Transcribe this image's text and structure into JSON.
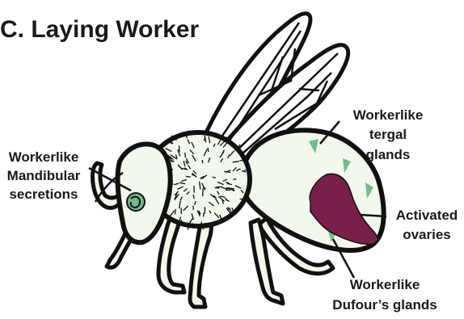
{
  "title": "C. Laying Worker",
  "labels": {
    "mandibular": [
      "Workerlike",
      "Mandibular",
      "secretions"
    ],
    "tergal": [
      "Workerlike",
      "tergal",
      "glands"
    ],
    "ovaries": [
      "Activated",
      "ovaries"
    ],
    "dufour": [
      "Workerlike",
      "Dufour’s glands"
    ]
  },
  "colors": {
    "ovary": "#7a1f4a",
    "gland": "#6cbf8b",
    "body": "#f3f8ec",
    "outline": "#111111"
  }
}
